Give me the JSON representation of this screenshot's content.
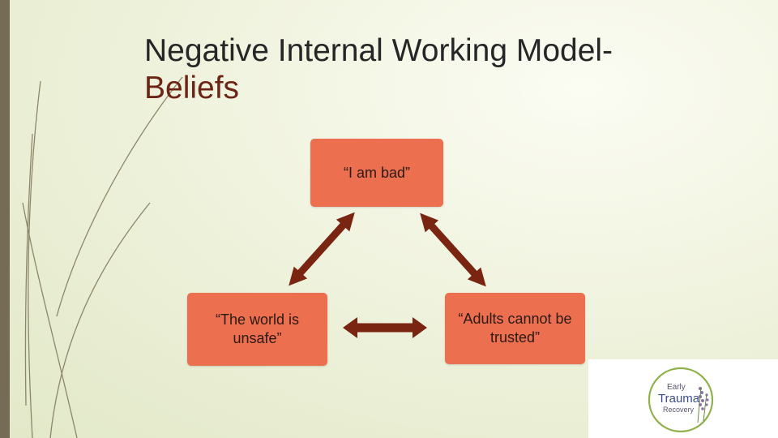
{
  "slide": {
    "title_line1": "Negative Internal Working Model-",
    "title_line2": "Beliefs"
  },
  "diagram": {
    "nodes": {
      "top": "“I am bad”",
      "left": "“The world is unsafe”",
      "right": "“Adults cannot be trusted”"
    },
    "arrow_color": "#7a2512",
    "box_color": "#ec6f4f"
  },
  "logo": {
    "line1": "Early",
    "line2": "Trauma",
    "line3": "Recovery"
  }
}
